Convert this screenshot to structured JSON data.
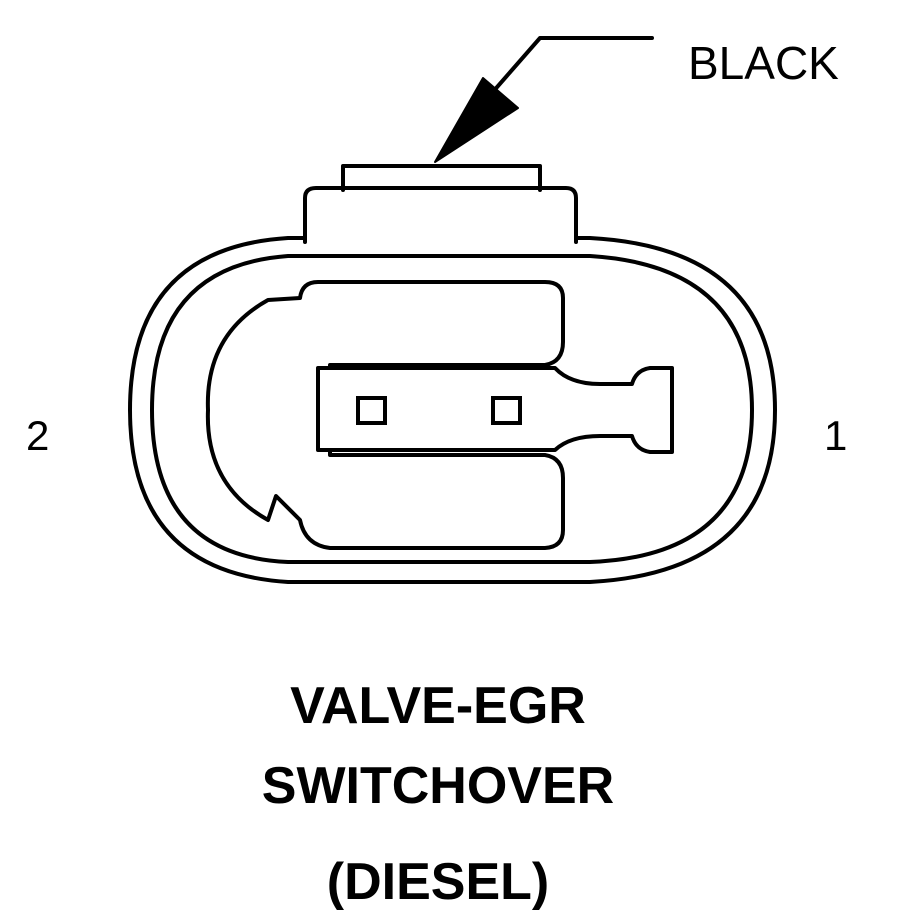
{
  "connector": {
    "color_label": "BLACK",
    "pins": [
      {
        "label": "2"
      },
      {
        "label": "1"
      }
    ]
  },
  "title": {
    "line1": "VALVE-EGR",
    "line2": "SWITCHOVER",
    "line3": "(DIESEL)"
  },
  "colors": {
    "stroke": "#000000",
    "background": "#ffffff"
  }
}
